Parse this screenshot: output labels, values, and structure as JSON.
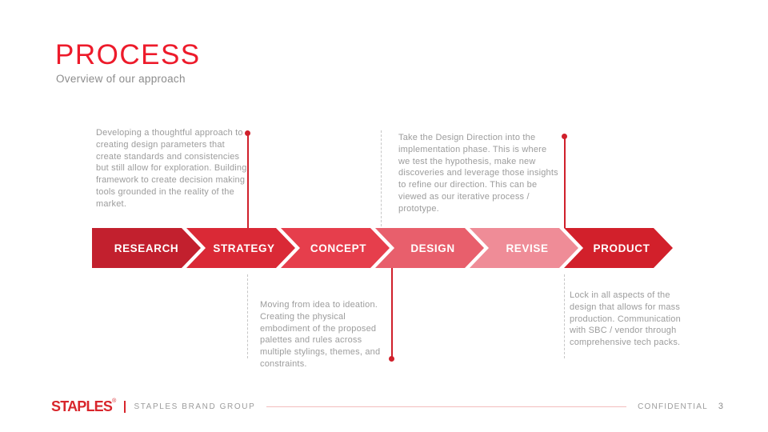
{
  "slide": {
    "title": "PROCESS",
    "subtitle": "Overview of our approach"
  },
  "annotations": {
    "top_left": "Developing a thoughtful approach to creating design parameters that create standards and consistencies but still allow for exploration. Building framework to create decision making tools grounded in the reality of the market.",
    "top_right": "Take the Design Direction into the implementation phase. This is where we test the hypothesis, make new discoveries and leverage those insights to refine our direction. This can be viewed as our iterative process / prototype.",
    "bottom_left": "Moving from idea to ideation. Creating the physical embodiment of the proposed palettes and rules across multiple stylings, themes, and constraints.",
    "bottom_right": "Lock in all aspects of the design that allows for mass production. Communication with SBC / vendor through comprehensive tech packs."
  },
  "process_steps": [
    {
      "label": "RESEARCH",
      "color": "#C2202E"
    },
    {
      "label": "STRATEGY",
      "color": "#DA2936"
    },
    {
      "label": "CONCEPT",
      "color": "#E63E4C"
    },
    {
      "label": "DESIGN",
      "color": "#E85F6C"
    },
    {
      "label": "REVISE",
      "color": "#EF8C97"
    },
    {
      "label": "PRODUCT",
      "color": "#D2202B"
    }
  ],
  "footer": {
    "logo": "STAPLES",
    "logo_mark": "®",
    "brand_group": "STAPLES BRAND GROUP",
    "confidential": "CONFIDENTIAL",
    "page_number": "3"
  },
  "colors": {
    "title_red": "#ED1B2B",
    "connector_red": "#D0202B",
    "dashed_gray": "#C6C6C6",
    "body_gray": "#9C9C9C",
    "footer_line_pink": "#F2BDBD"
  }
}
